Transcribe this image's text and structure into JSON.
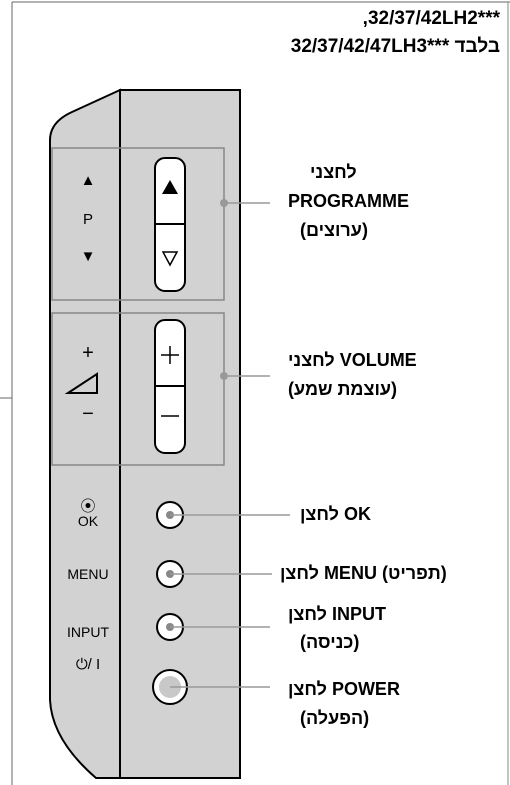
{
  "header": {
    "line1": ",32/37/42LH2***",
    "line2": "32/37/42/47LH3*** בלבד"
  },
  "panel": {
    "prog_up_symbol": "▲",
    "prog_letter": "P",
    "prog_down_symbol": "▼",
    "vol_plus_symbol": "+",
    "vol_minus_symbol": "−",
    "ok_symbol": "⦿",
    "ok_text": "OK",
    "menu_text": "MENU",
    "input_text": "INPUT",
    "power_text": "⏻/ I"
  },
  "callouts": {
    "programme_line1": "לחצני",
    "programme_line2": "PROGRAMME",
    "programme_line3": "(ערוצים)",
    "volume_line1": "לחצני VOLUME",
    "volume_line2": "(עוצמת שמע)",
    "ok_label": "לחצן OK",
    "menu_label": "לחצן MENU (תפריט)",
    "input_line1": "לחצן INPUT",
    "input_line2": "(כניסה)",
    "power_line1": "לחצן POWER",
    "power_line2": "(הפעלה)"
  },
  "colors": {
    "panel_gray": "#d2d2d2",
    "outline": "#000000",
    "callout_gray": "#999999"
  }
}
